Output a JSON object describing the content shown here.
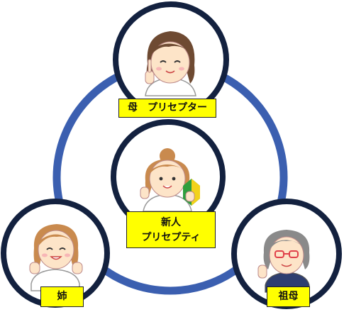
{
  "labels": {
    "mother": "母　プリセプター",
    "new_line1": "新人",
    "new_line2": "プリセプティ",
    "sister": "姉",
    "grandmother": "祖母"
  },
  "colors": {
    "ring": "#3b5fb0",
    "circle_border": "#13213f",
    "label_bg": "#ffff00",
    "hair_brown": "#c98a4e",
    "hair_gray": "#8a8a8a",
    "skin": "#fde4c8",
    "glasses": "#e0404a"
  },
  "icons": {
    "mother": "nurse-pointing-icon",
    "new": "nurse-beginner-mark-icon",
    "sister": "nurse-cheering-icon",
    "grandmother": "nurse-glasses-waving-icon"
  }
}
